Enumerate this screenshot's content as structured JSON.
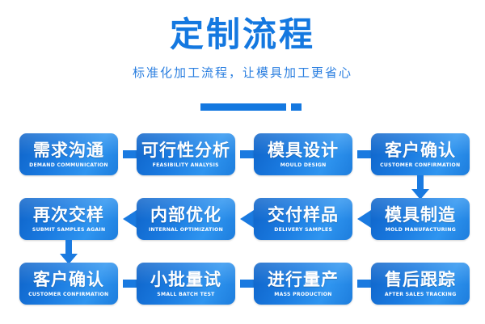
{
  "header": {
    "title": "定制流程",
    "subtitle": "标准化加工流程，让模具加工更省心"
  },
  "colors": {
    "brand_blue": "#1478e0",
    "box_dark": "#0e63c8",
    "box_light": "#2f95f0",
    "arrow": "#1a7ae0",
    "text_on_box": "#ffffff",
    "background": "#ffffff"
  },
  "flow": {
    "rows": [
      {
        "direction": "left-to-right",
        "steps": [
          {
            "cn": "需求沟通",
            "en": "DEMAND COMMUNICATION"
          },
          {
            "cn": "可行性分析",
            "en": "FEASIBILITY ANALYSIS"
          },
          {
            "cn": "模具设计",
            "en": "MOULD DESIGN"
          },
          {
            "cn": "客户确认",
            "en": "CUSTOMER CONFIRMATION"
          }
        ]
      },
      {
        "direction": "right-to-left",
        "steps": [
          {
            "cn": "再次交样",
            "en": "SUBMIT SAMPLES AGAIN"
          },
          {
            "cn": "内部优化",
            "en": "INTERNAL OPTIMIZATION"
          },
          {
            "cn": "交付样品",
            "en": "DELIVERY SAMPLES"
          },
          {
            "cn": "模具制造",
            "en": "MOLD MANUFACTURING"
          }
        ]
      },
      {
        "direction": "left-to-right",
        "steps": [
          {
            "cn": "客户确认",
            "en": "CUSTOMER CONFIRMATION"
          },
          {
            "cn": "小批量试",
            "en": "SMALL BATCH TEST"
          },
          {
            "cn": "进行量产",
            "en": "MASS PRODUCTION"
          },
          {
            "cn": "售后跟踪",
            "en": "AFTER SALES TRACKING"
          }
        ]
      }
    ],
    "connectors": {
      "row1_to_row2": "arrow-down-right-column",
      "row2_to_row3": "arrow-down-left-column"
    }
  }
}
